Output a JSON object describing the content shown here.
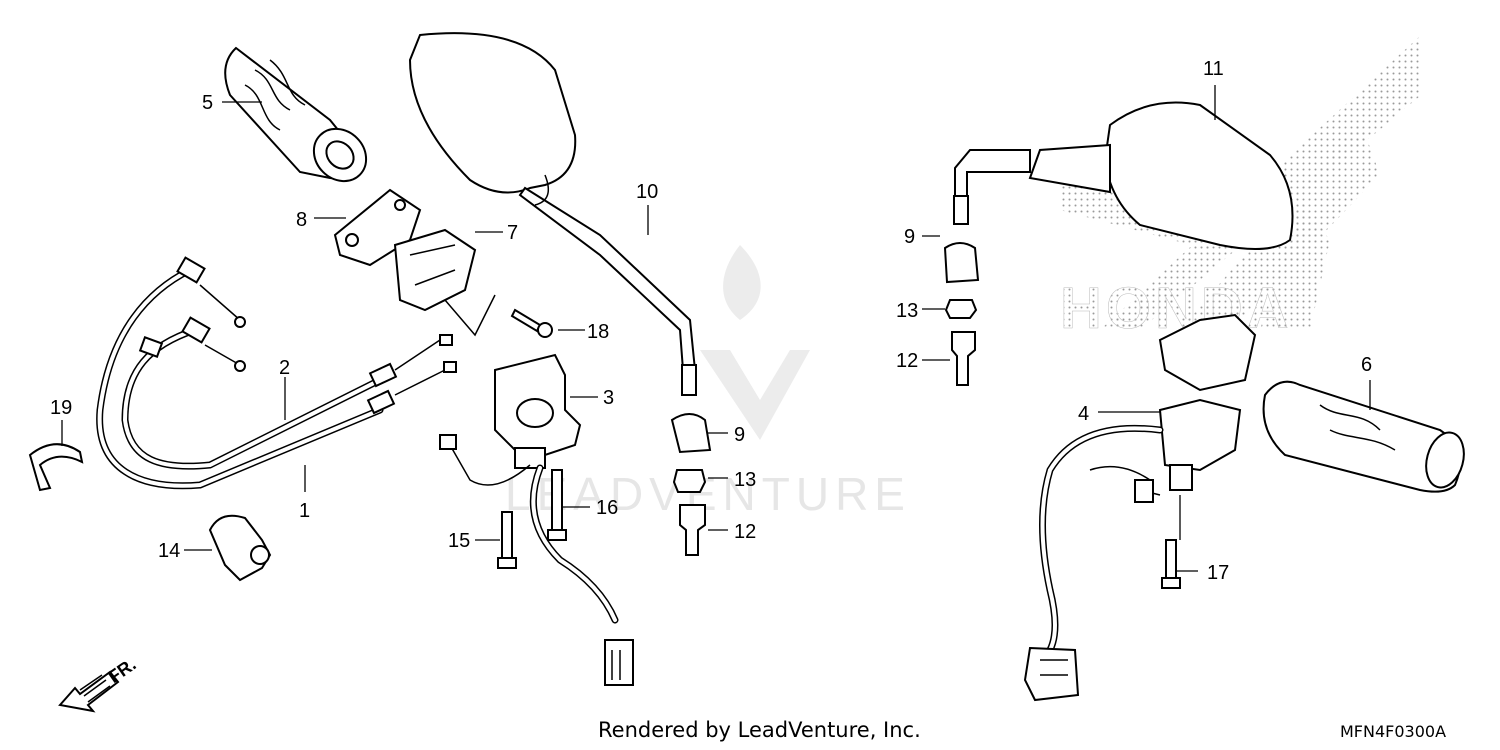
{
  "diagram": {
    "callouts": {
      "p1": "1",
      "p2": "2",
      "p3": "3",
      "p4": "4",
      "p5": "5",
      "p6": "6",
      "p7": "7",
      "p8": "8",
      "p9a": "9",
      "p9b": "9",
      "p10": "10",
      "p11": "11",
      "p12a": "12",
      "p12b": "12",
      "p13a": "13",
      "p13b": "13",
      "p14": "14",
      "p15": "15",
      "p16": "16",
      "p17": "17",
      "p18": "18",
      "p19": "19"
    },
    "direction_label": "FR.",
    "watermark_text": "LEADVENTURE",
    "brand_text": "HONDA",
    "credit": "Rendered by LeadVenture, Inc.",
    "code": "MFN4F0300A"
  }
}
